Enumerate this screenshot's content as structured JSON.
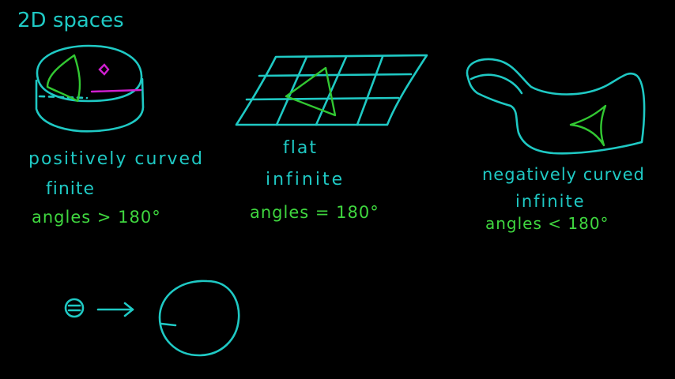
{
  "title": "2D spaces",
  "shapes": [
    {
      "label": "positively curved",
      "extent": "finite",
      "angles": "angles > 180°"
    },
    {
      "label": "flat",
      "extent": "infinite",
      "angles": "angles = 180°"
    },
    {
      "label": "negatively curved",
      "extent": "infinite",
      "angles": "angles < 180°"
    }
  ],
  "colors": {
    "background": "#000000",
    "chalk_cyan": "#1fc9c4",
    "chalk_green": "#32c832",
    "chalk_magenta": "#d01fd0"
  }
}
